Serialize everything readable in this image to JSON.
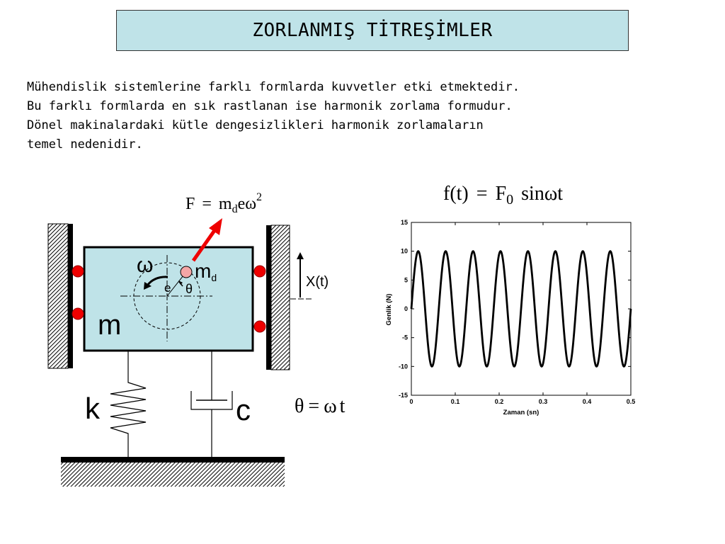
{
  "title": "ZORLANMIŞ TİTREŞİMLER",
  "intro_lines": [
    "Mühendislik sistemlerine farklı formlarda kuvvetler etki etmektedir.",
    "Bu farklı formlarda en sık rastlanan ise harmonik zorlama formudur.",
    "Dönel makinalardaki kütle dengesizlikleri harmonik zorlamaların",
    "temel nedenidir."
  ],
  "diagram": {
    "force_formula": {
      "lhs": "F",
      "eq": "=",
      "m": "m",
      "sub": "d",
      "e": "e",
      "omega": "ω",
      "exp": "2"
    },
    "omega_label": "ω",
    "md_label": {
      "main": "m",
      "sub": "d"
    },
    "e_label": "e",
    "theta_label": "θ",
    "mass_label": "m",
    "x_label": "X(t)",
    "spring_label": "k",
    "damper_label": "c",
    "theta_formula": {
      "theta": "θ",
      "eq": "=",
      "omega": "ω",
      "t": "t"
    }
  },
  "forcing_formula": {
    "f": "f",
    "t_paren": "(t)",
    "eq": "=",
    "F": "F",
    "sub": "0",
    "sin": "sin",
    "omega": "ω",
    "t": "t"
  },
  "chart_data": {
    "type": "line",
    "xlabel": "Zaman (sn)",
    "ylabel": "Genlik (N)",
    "xlim": [
      0,
      0.5
    ],
    "ylim": [
      -15,
      15
    ],
    "xticks": [
      0,
      0.1,
      0.2,
      0.3,
      0.4,
      0.5
    ],
    "yticks": [
      15,
      10,
      5,
      0,
      -5,
      -10,
      -15
    ],
    "amplitude": 10,
    "frequency_hz": 16,
    "series": [
      {
        "function": "10*sin(2*pi*16*t)"
      }
    ],
    "grid": false
  }
}
